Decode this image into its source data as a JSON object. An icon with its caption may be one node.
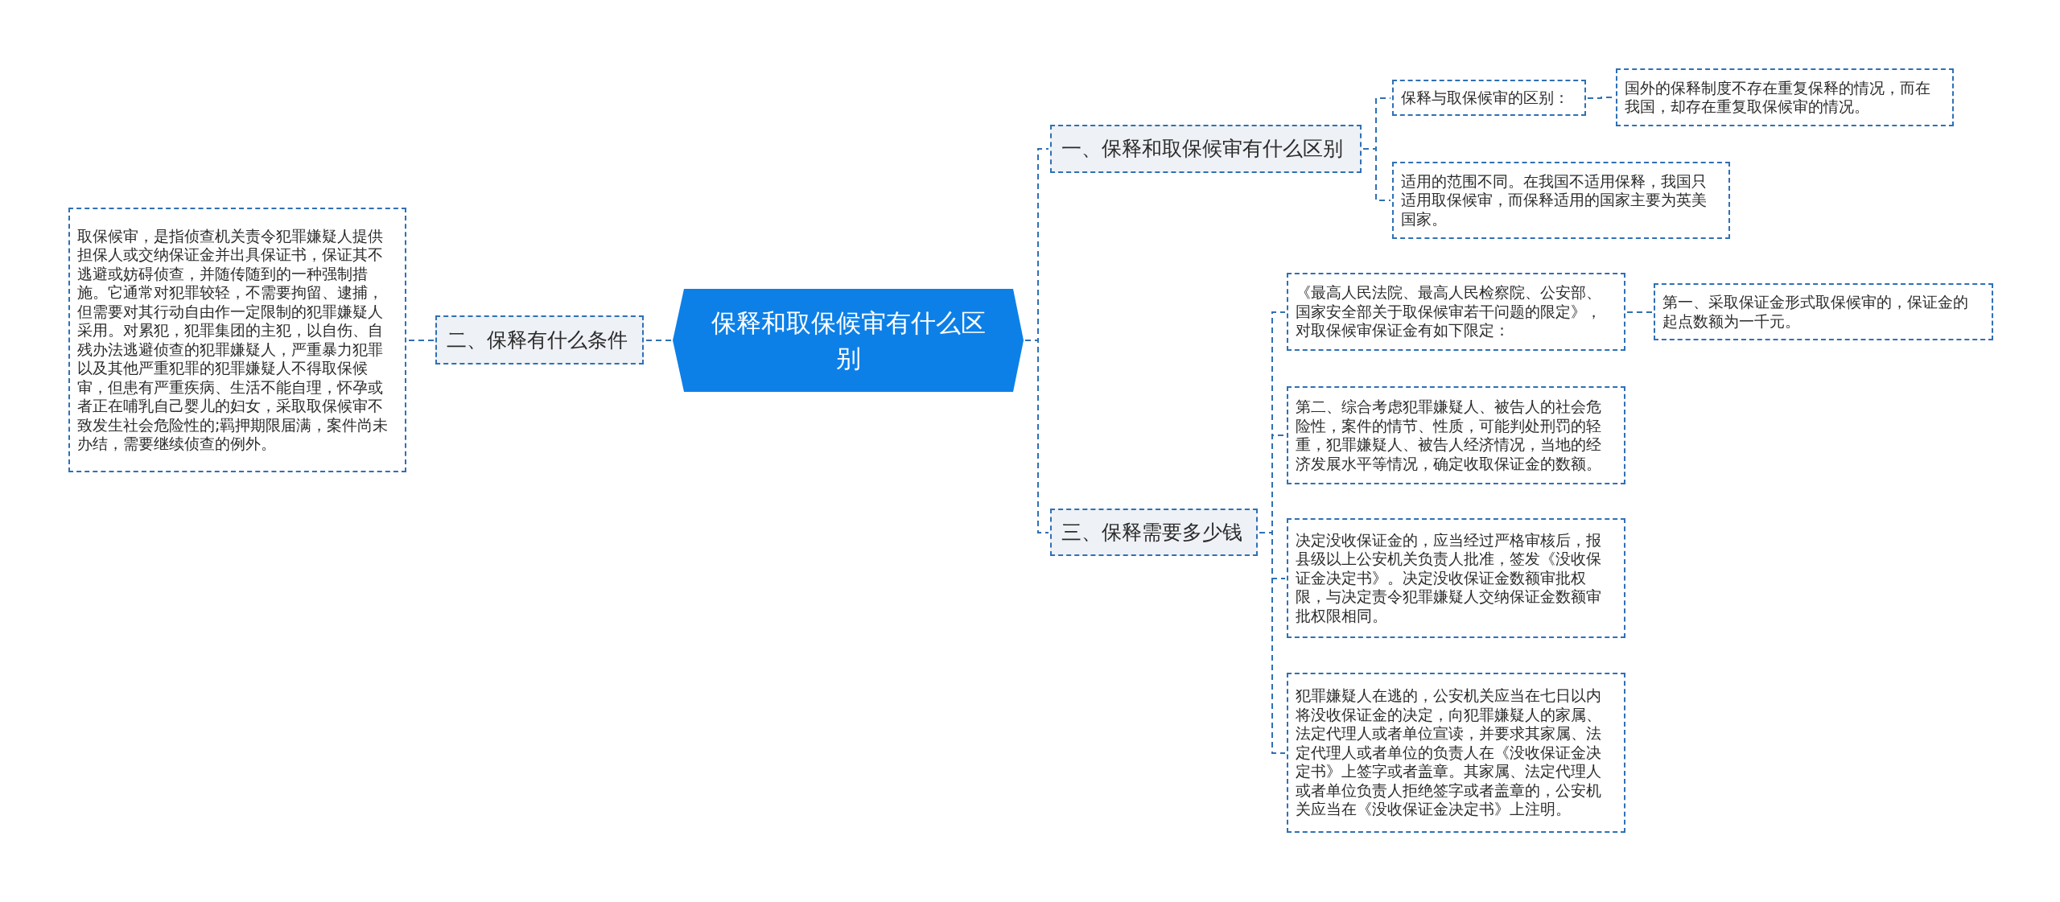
{
  "diagram": {
    "nodes": [
      {
        "text": [
          "保释和取保候审有什么区别"
        ]
      },
      {
        "text": [
          "一、保释和取保候审有什么区别"
        ]
      },
      {
        "text": [
          "保释与取保候审的区别："
        ]
      },
      {
        "text": [
          "国外的保释制度不存在重复保释的情况，而在我国，却存在重复取保候审的情况。"
        ]
      },
      {
        "text": [
          "适用的范围不同。在我国不适用保释，我国只适用取保候审，而保释适用的国家主要为英美国家。"
        ]
      },
      {
        "text": [
          "二、保释有什么条件"
        ]
      },
      {
        "text": [
          "取保候审，是指侦查机关责令犯罪嫌疑人提供担保人或交纳保证金并出具保证书，保证其不逃避或妨碍侦查，并随传随到的一种强制措施。它通常对犯罪较轻，不需要拘留、逮捕，但需要对其行动自由作一定限制的犯罪嫌疑人采用。对累犯，犯罪集团的主犯，以自伤、自残办法逃避侦查的犯罪嫌疑人，严重暴力犯罪以及其他严重犯罪的犯罪嫌疑人不得取保候审，但患有严重疾病、生活不能自理，怀孕或者正在哺乳自己婴儿的妇女，采取取保候审不致发生社会危险性的;羁押期限届满，案件尚未办结，需要继续侦查的例外。"
        ]
      },
      {
        "text": [
          "三、保释需要多少钱"
        ]
      },
      {
        "text": [
          "《最高人民法院、最高人民检察院、公安部、国家安全部关于取保候审若干问题的限定》，对取保候审保证金有如下限定："
        ]
      },
      {
        "text": [
          "第一、采取保证金形式取保候审的，保证金的起点数额为一千元。"
        ]
      },
      {
        "text": [
          "第二、综合考虑犯罪嫌疑人、被告人的社会危险性，案件的情节、性质，可能判处刑罚的轻重，犯罪嫌疑人、被告人经济情况，当地的经济发展水平等情况，确定收取保证金的数额。"
        ]
      },
      {
        "text": [
          "决定没收保证金的，应当经过严格审核后，报县级以上公安机关负责人批准，签发《没收保证金决定书》。决定没收保证金数额审批权限，与决定责令犯罪嫌疑人交纳保证金数额审批权限相同。"
        ]
      },
      {
        "text": [
          "犯罪嫌疑人在逃的，公安机关应当在七日以内将没收保证金的决定，向犯罪嫌疑人的家属、法定代理人或者单位宣读，并要求其家属、法定代理人或者单位的负责人在《没收保证金决定书》上签字或者盖章。其家属、法定代理人或者单位负责人拒绝签字或者盖章的，公安机关应当在《没收保证金决定书》上注明。"
        ]
      }
    ],
    "edges": [
      {
        "from": 0,
        "to": 1,
        "arrow": "none"
      },
      {
        "from": 1,
        "to": 2,
        "arrow": "none"
      },
      {
        "from": 2,
        "to": 3,
        "arrow": "none"
      },
      {
        "from": 1,
        "to": 4,
        "arrow": "none"
      },
      {
        "from": 0,
        "to": 5,
        "arrow": "none"
      },
      {
        "from": 5,
        "to": 6,
        "arrow": "none"
      },
      {
        "from": 0,
        "to": 7,
        "arrow": "none"
      },
      {
        "from": 7,
        "to": 8,
        "arrow": "none"
      },
      {
        "from": 8,
        "to": 9,
        "arrow": "none"
      },
      {
        "from": 7,
        "to": 10,
        "arrow": "none"
      },
      {
        "from": 7,
        "to": 11,
        "arrow": "none"
      },
      {
        "from": 7,
        "to": 12,
        "arrow": "none"
      }
    ]
  }
}
